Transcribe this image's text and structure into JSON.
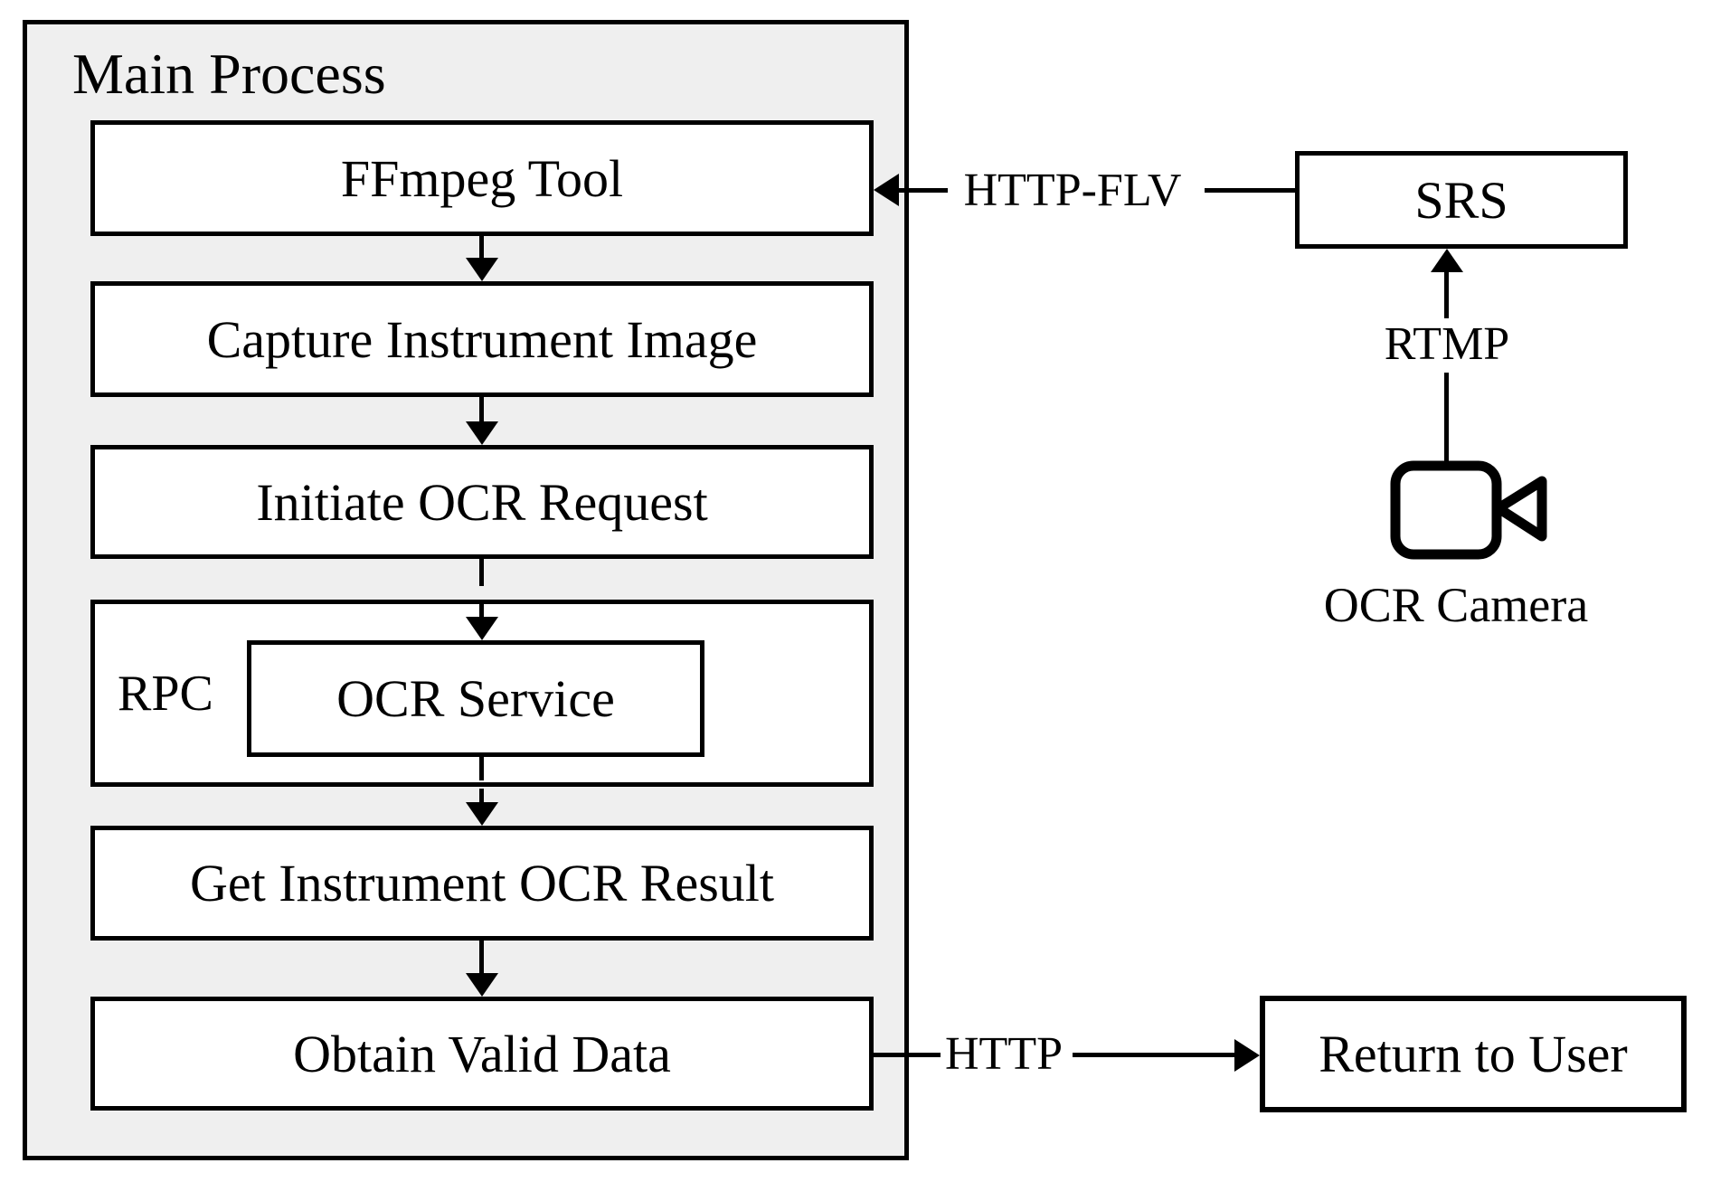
{
  "main_process": {
    "title": "Main Process",
    "steps": [
      "FFmpeg Tool",
      "Capture Instrument Image",
      "Initiate OCR Request",
      "Get Instrument OCR Result",
      "Obtain Valid Data"
    ],
    "rpc_label": "RPC",
    "ocr_service": "OCR Service"
  },
  "external": {
    "srs": "SRS",
    "ocr_camera": "OCR Camera",
    "return_to_user": "Return to User"
  },
  "connectors": {
    "http_flv": "HTTP-FLV",
    "rtmp": "RTMP",
    "http": "HTTP"
  },
  "icons": {
    "camera": "video-camera-icon"
  },
  "colors": {
    "background": "#ffffff",
    "main_process_fill": "#efefef",
    "box_fill": "#ffffff",
    "line": "#000000",
    "text": "#000000"
  }
}
